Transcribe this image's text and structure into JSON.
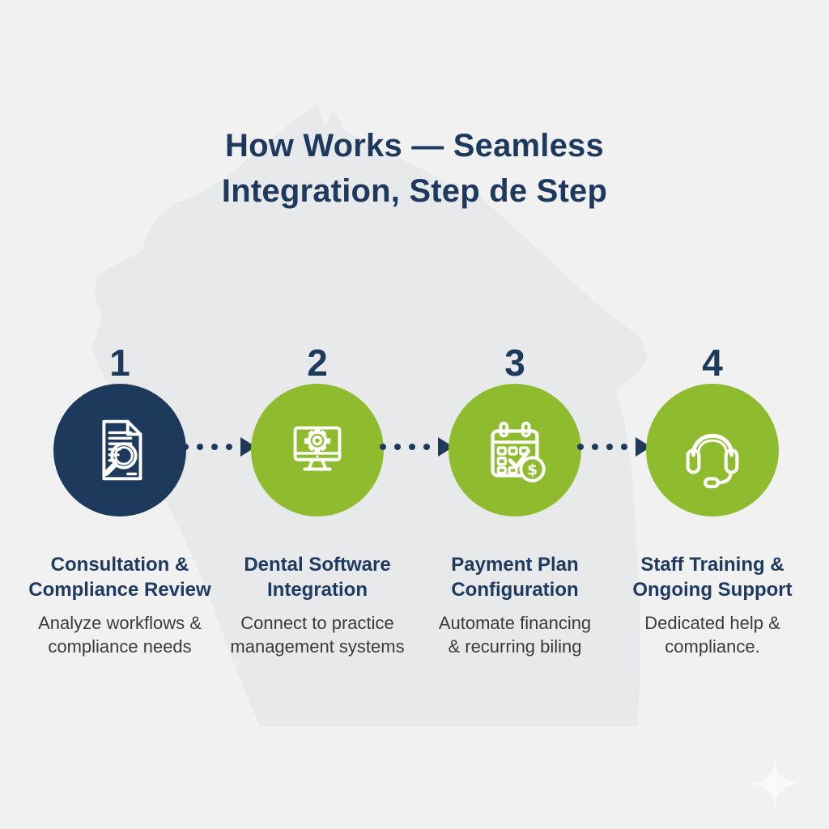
{
  "title": {
    "line1": "How Works — Seamless",
    "line2": "Integration, Step de Step"
  },
  "background": {
    "shape": "wisconsin-state-silhouette",
    "decoration": "sparkle-star"
  },
  "colors": {
    "page_background": "#f1f1f2",
    "map_fill": "#e8e9ea",
    "navy": "#1d3a5c",
    "green": "#8fbc2e",
    "heading_text": "#1e3a5f",
    "body_text": "#3b3b3b",
    "icon_stroke": "#ffffff"
  },
  "connector": {
    "style": "dotted-arrow",
    "dots_per_connector": 4,
    "count": 3
  },
  "steps": [
    {
      "number": "1",
      "icon": "document-magnifier-icon",
      "circle_color": "#1d3a5c",
      "heading_line1": "Consultation &",
      "heading_line2": "Compliance Review",
      "desc_line1": "Analyze workflows &",
      "desc_line2": "compliance needs"
    },
    {
      "number": "2",
      "icon": "monitor-gear-icon",
      "circle_color": "#8fbc2e",
      "heading_line1": "Dental Software",
      "heading_line2": "Integration",
      "desc_line1": "Connect to practice",
      "desc_line2": "management systems"
    },
    {
      "number": "3",
      "icon": "calendar-dollar-icon",
      "circle_color": "#8fbc2e",
      "heading_line1": "Payment Plan",
      "heading_line2": "Configuration",
      "desc_line1": "Automate financing",
      "desc_line2": "& recurring biling"
    },
    {
      "number": "4",
      "icon": "headset-icon",
      "circle_color": "#8fbc2e",
      "heading_line1": "Staff Training &",
      "heading_line2": "Ongoing Support",
      "desc_line1": "Dedicated help &",
      "desc_line2": "compliance."
    }
  ]
}
